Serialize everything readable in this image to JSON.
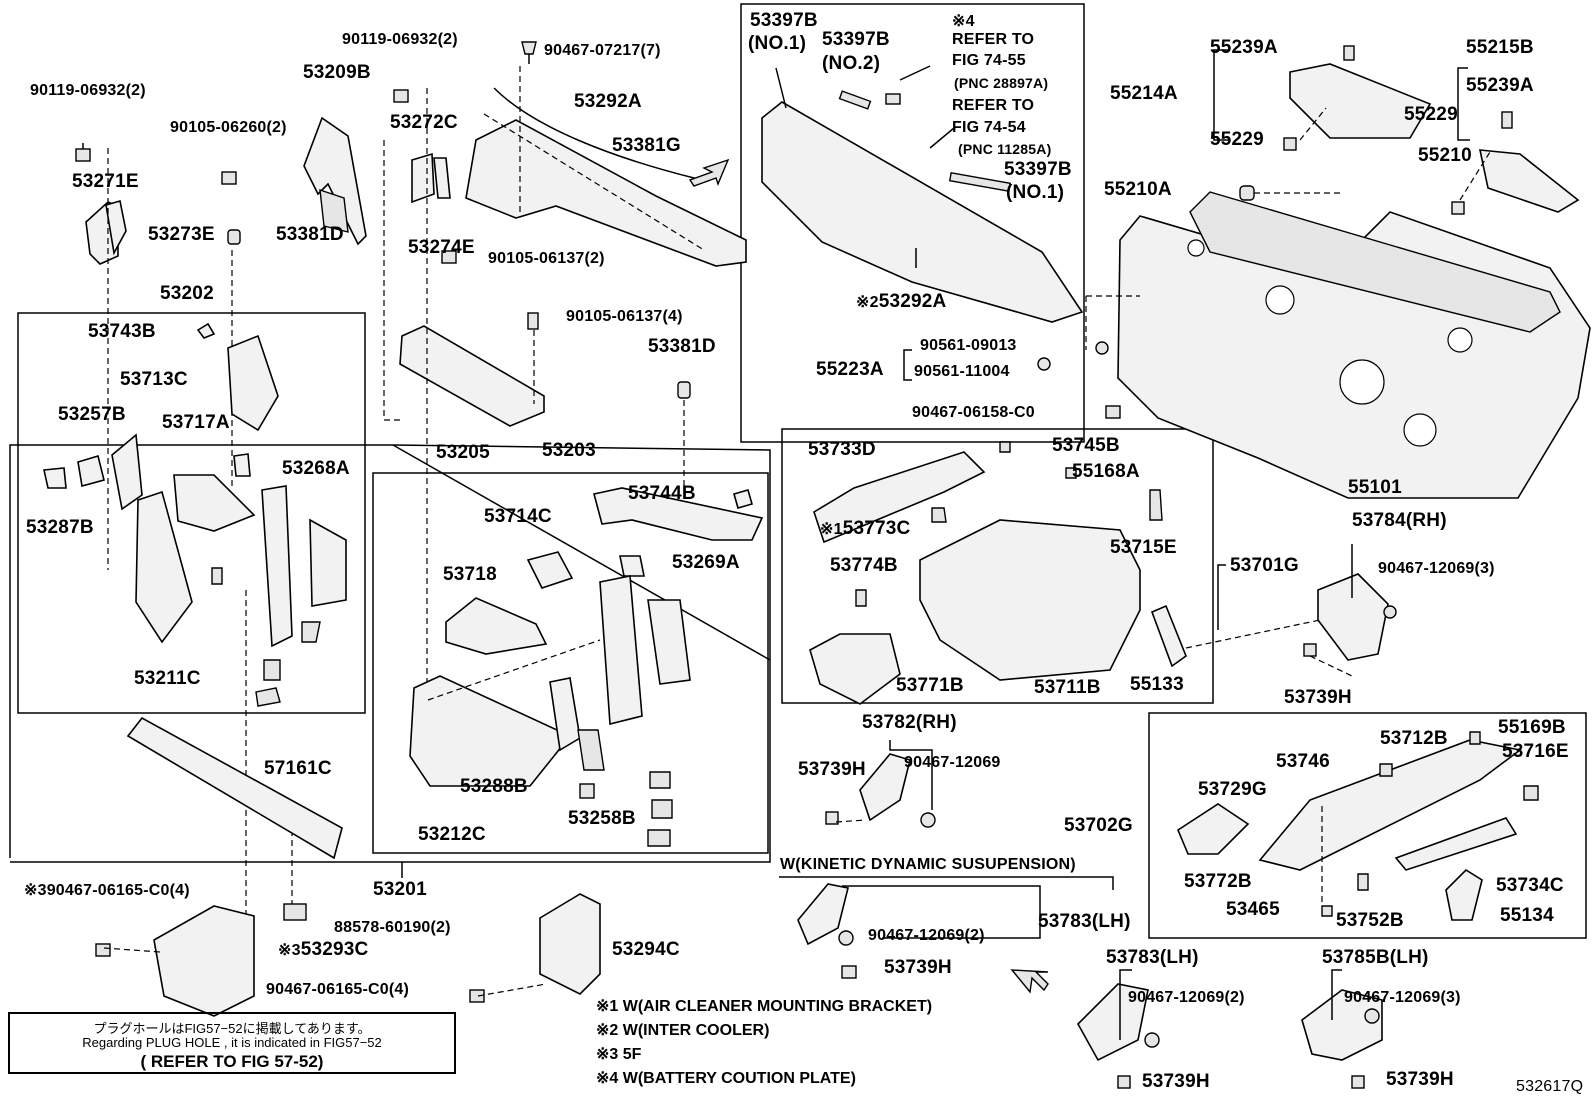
{
  "diagram_id": "532617Q",
  "labels": {
    "l_90119_06932_2_top": "90119-06932(2)",
    "l_90467_07217_7": "90467-07217(7)",
    "l_90119_06932_2_left": "90119-06932(2)",
    "l_53209B": "53209B",
    "l_90105_06260_2": "90105-06260(2)",
    "l_53272C": "53272C",
    "l_53292A_top": "53292A",
    "l_53381G": "53381G",
    "l_53271E": "53271E",
    "l_53273E": "53273E",
    "l_53274E": "53274E",
    "l_53381D_a": "53381D",
    "l_90105_06137_2": "90105-06137(2)",
    "l_90105_06137_4": "90105-06137(4)",
    "l_53202": "53202",
    "l_53743B": "53743B",
    "l_53713C": "53713C",
    "l_53257B": "53257B",
    "l_53717A": "53717A",
    "l_53268A": "53268A",
    "l_53287B": "53287B",
    "l_53211C": "53211C",
    "l_53205": "53205",
    "l_53203": "53203",
    "l_53381D_b": "53381D",
    "l_53744B": "53744B",
    "l_53714C": "53714C",
    "l_53718": "53718",
    "l_53269A": "53269A",
    "l_53288B": "53288B",
    "l_53258B": "53258B",
    "l_53212C": "53212C",
    "l_57161C": "57161C",
    "l_53201": "53201",
    "l_390467": "390467-06165-C0(4)",
    "l_53293C": "53293C",
    "l_88578": "88578-60190(2)",
    "l_53294C": "53294C",
    "l_90467_06165_C0_4": "90467-06165-C0(4)",
    "l_53397B_no1_a": "53397B",
    "l_no1_a": "(NO.1)",
    "l_53397B_no2": "53397B",
    "l_no2": "(NO.2)",
    "l_refer1": "REFER TO",
    "l_fig7455": "FIG 74-55",
    "l_pnc28897A": "(PNC 28897A)",
    "l_refer2": "REFER TO",
    "l_fig7454": "FIG 74-54",
    "l_pnc11285A": "(PNC 11285A)",
    "l_53397B_no1_b": "53397B",
    "l_no1_b": "(NO.1)",
    "l_53292A_bottom": "53292A",
    "l_55239A_a": "55239A",
    "l_55215B": "55215B",
    "l_55214A": "55214A",
    "l_55239A_b": "55239A",
    "l_55229_a": "55229",
    "l_55229_b": "55229",
    "l_55210": "55210",
    "l_55210A": "55210A",
    "l_90561_09013": "90561-09013",
    "l_55223A": "55223A",
    "l_90561_11004": "90561-11004",
    "l_90467_06158_C0": "90467-06158-C0",
    "l_55101": "55101",
    "l_53733D": "53733D",
    "l_53745B": "53745B",
    "l_55168A": "55168A",
    "l_53773C": "53773C",
    "l_53715E": "53715E",
    "l_53774B": "53774B",
    "l_53701G": "53701G",
    "l_53771B": "53771B",
    "l_53711B": "53711B",
    "l_55133": "55133",
    "l_53784RH": "53784(RH)",
    "l_90467_12069_3_a": "90467-12069(3)",
    "l_53739H_a": "53739H",
    "l_53782RH": "53782(RH)",
    "l_53739H_b": "53739H",
    "l_90467_12069": "90467-12069",
    "l_55169B": "55169B",
    "l_53712B": "53712B",
    "l_53746": "53746",
    "l_53716E": "53716E",
    "l_53729G": "53729G",
    "l_53702G": "53702G",
    "l_53772B": "53772B",
    "l_53734C": "53734C",
    "l_53465": "53465",
    "l_53752B": "53752B",
    "l_55134": "55134",
    "l_kinetic": "W(KINETIC DYNAMIC SUSUPENSION)",
    "l_90467_12069_2_a": "90467-12069(2)",
    "l_53783LH_a": "53783(LH)",
    "l_53739H_c": "53739H",
    "l_53783LH_b": "53783(LH)",
    "l_90467_12069_2_b": "90467-12069(2)",
    "l_53785BLH": "53785B(LH)",
    "l_90467_12069_3_b": "90467-12069(3)",
    "l_53739H_d": "53739H",
    "l_53739H_e": "53739H",
    "l_mark4": "※4",
    "l_mark1": "※1",
    "l_mark2": "※2",
    "l_mark3_a": "※",
    "l_mark3_b": "※3"
  },
  "notes": {
    "jp": "プラグホールはFIG57−52に掲載してあります。",
    "en": "Regarding PLUG HOLE , it is indicated in FIG57−52",
    "refer": "( REFER TO FIG 57-52)"
  },
  "legend": [
    "※1 W(AIR CLEANER MOUNTING BRACKET)",
    "※2 W(INTER COOLER)",
    "※3 5F",
    "※4 W(BATTERY COUTION PLATE)"
  ]
}
